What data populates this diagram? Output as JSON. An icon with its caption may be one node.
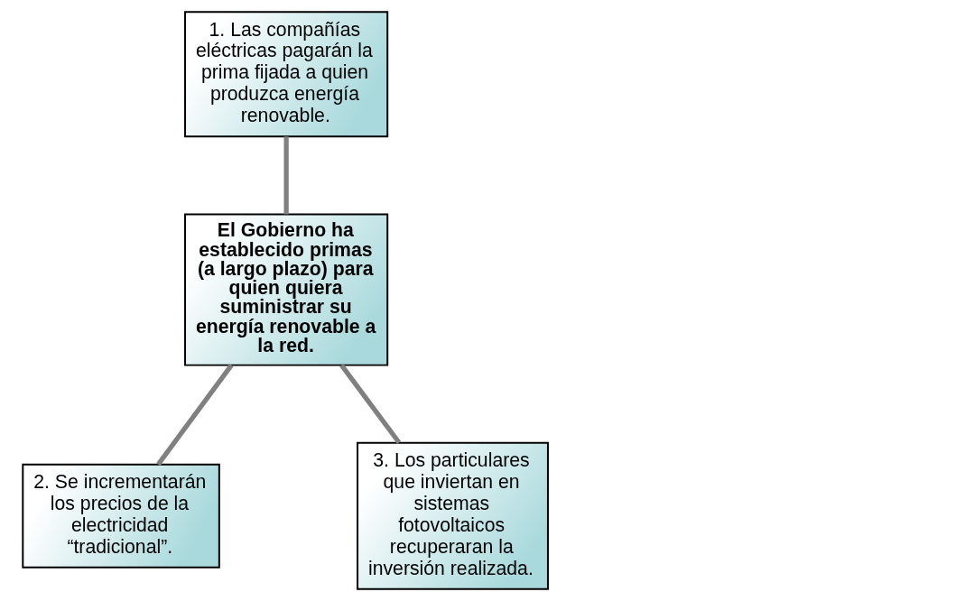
{
  "diagram": {
    "nodes": [
      {
        "text": [
          "El Gobierno ha establecido primas (a largo plazo) para quien quiera suministrar su energía renovable a la red."
        ]
      },
      {
        "text": [
          "1. Las compañías eléctricas pagarán la prima fijada a quien produzca energía renovable."
        ]
      },
      {
        "text": [
          "2. Se incrementarán los precios de la electricidad “tradicional”."
        ]
      },
      {
        "text": [
          "3. Los particulares que inviertan en sistemas fotovoltaicos recuperaran la inversión realizada."
        ]
      }
    ],
    "edges": [
      {
        "from": 1,
        "to": 0,
        "arrow": "none"
      },
      {
        "from": 0,
        "to": 2,
        "arrow": "none"
      },
      {
        "from": 0,
        "to": 3,
        "arrow": "none"
      }
    ]
  }
}
